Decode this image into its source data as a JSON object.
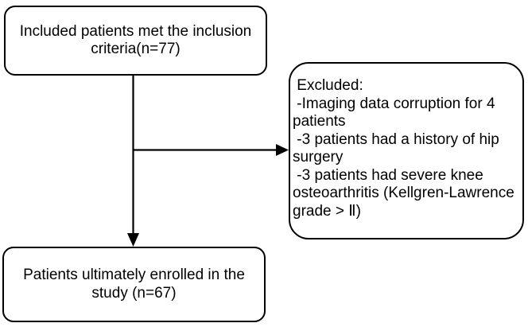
{
  "diagram": {
    "background_color": "#ffffff",
    "line_color": "#000000",
    "text_color": "#000000",
    "boxes": {
      "inclusion": {
        "text": "Included patients met the inclusion\ncriteria(n=77)",
        "n": 77
      },
      "excluded": {
        "text": " Excluded:\n -Imaging data corruption for 4\npatients\n -3 patients had a history of hip\nsurgery\n -3 patients had severe knee\nosteoarthritis (Kellgren-Lawrence\ngrade > Ⅱ)"
      },
      "enrolled": {
        "text": "Patients ultimately enrolled in the\nstudy (n=67)",
        "n": 67
      }
    }
  }
}
